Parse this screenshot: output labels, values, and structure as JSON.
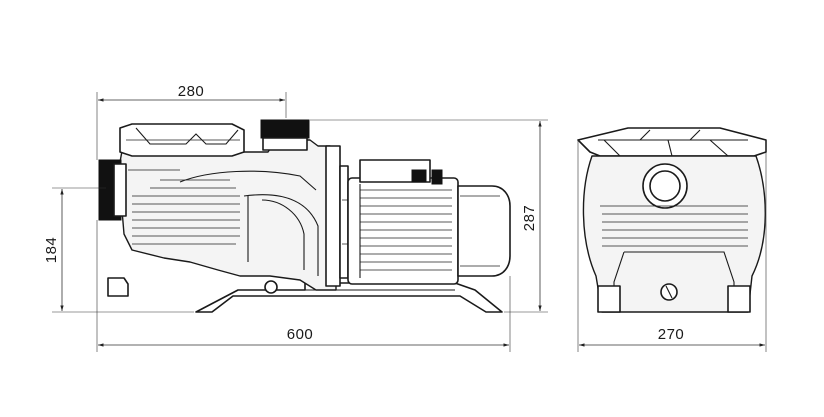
{
  "dimensions": {
    "top_length": "280",
    "inlet_height": "184",
    "overall_height": "287",
    "overall_length": "600",
    "overall_width": "270"
  },
  "views": [
    "side-view",
    "end-view"
  ]
}
